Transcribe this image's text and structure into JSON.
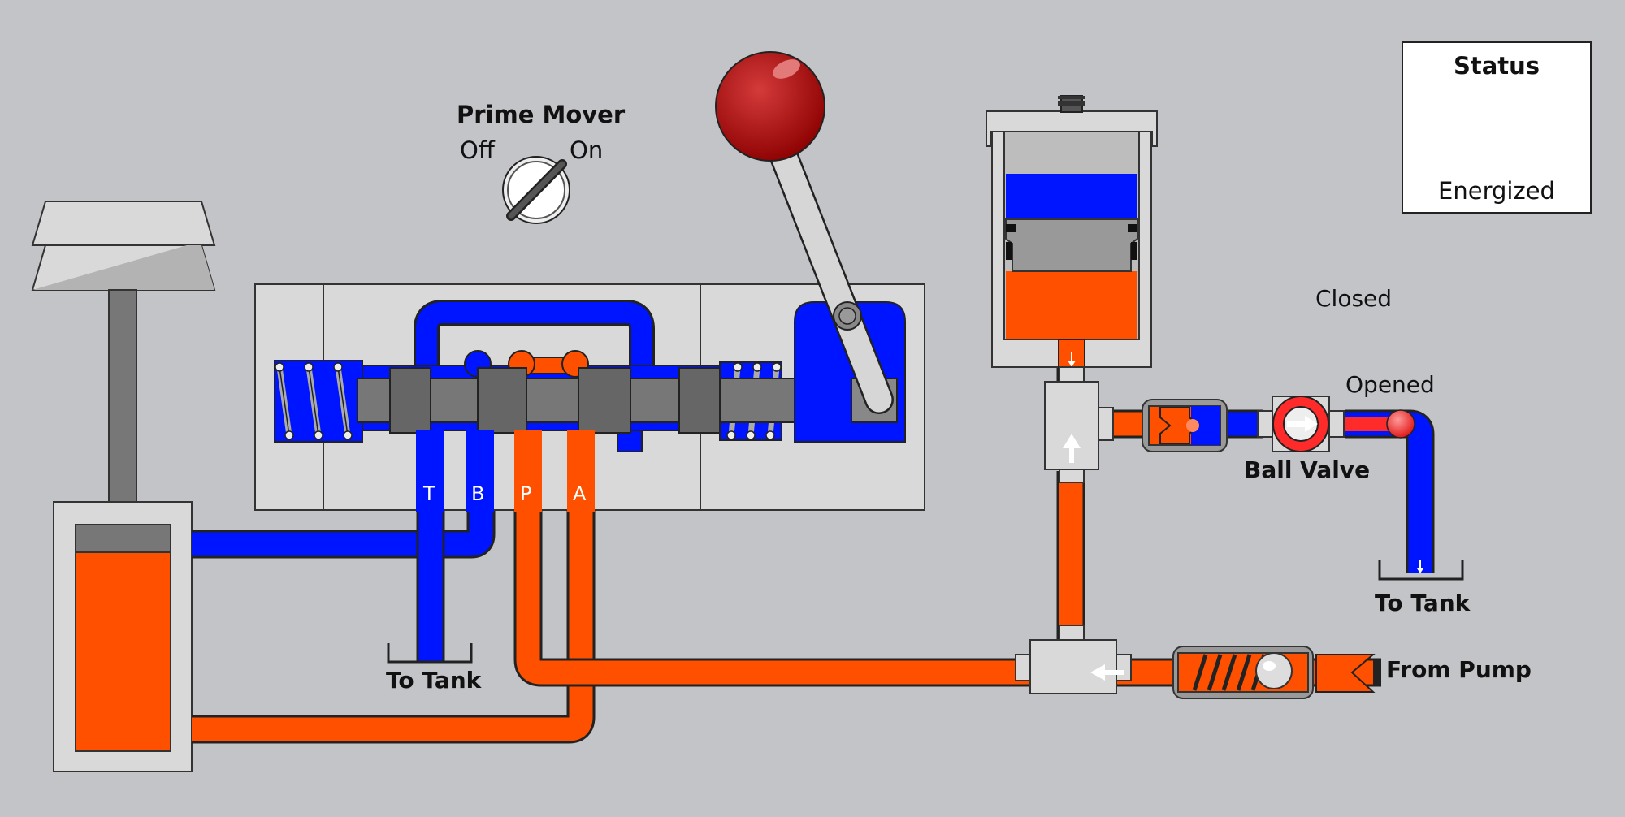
{
  "prime_mover": {
    "title": "Prime Mover",
    "off_label": "Off",
    "on_label": "On"
  },
  "valve_ports": {
    "t": "T",
    "b": "B",
    "p": "P",
    "a": "A"
  },
  "tank_left": {
    "label": "To Tank"
  },
  "tank_right": {
    "label": "To Tank"
  },
  "pump": {
    "label": "From Pump"
  },
  "ball_valve": {
    "label": "Ball Valve",
    "closed_label": "Closed",
    "opened_label": "Opened"
  },
  "status": {
    "title": "Status",
    "state": "Energized"
  },
  "colors": {
    "pressure": "#ff5000",
    "return": "#0015ff",
    "body": "#d9d9d9",
    "steel": "#777777",
    "knob": "#a50000",
    "indicator": "#ff2a2a"
  }
}
